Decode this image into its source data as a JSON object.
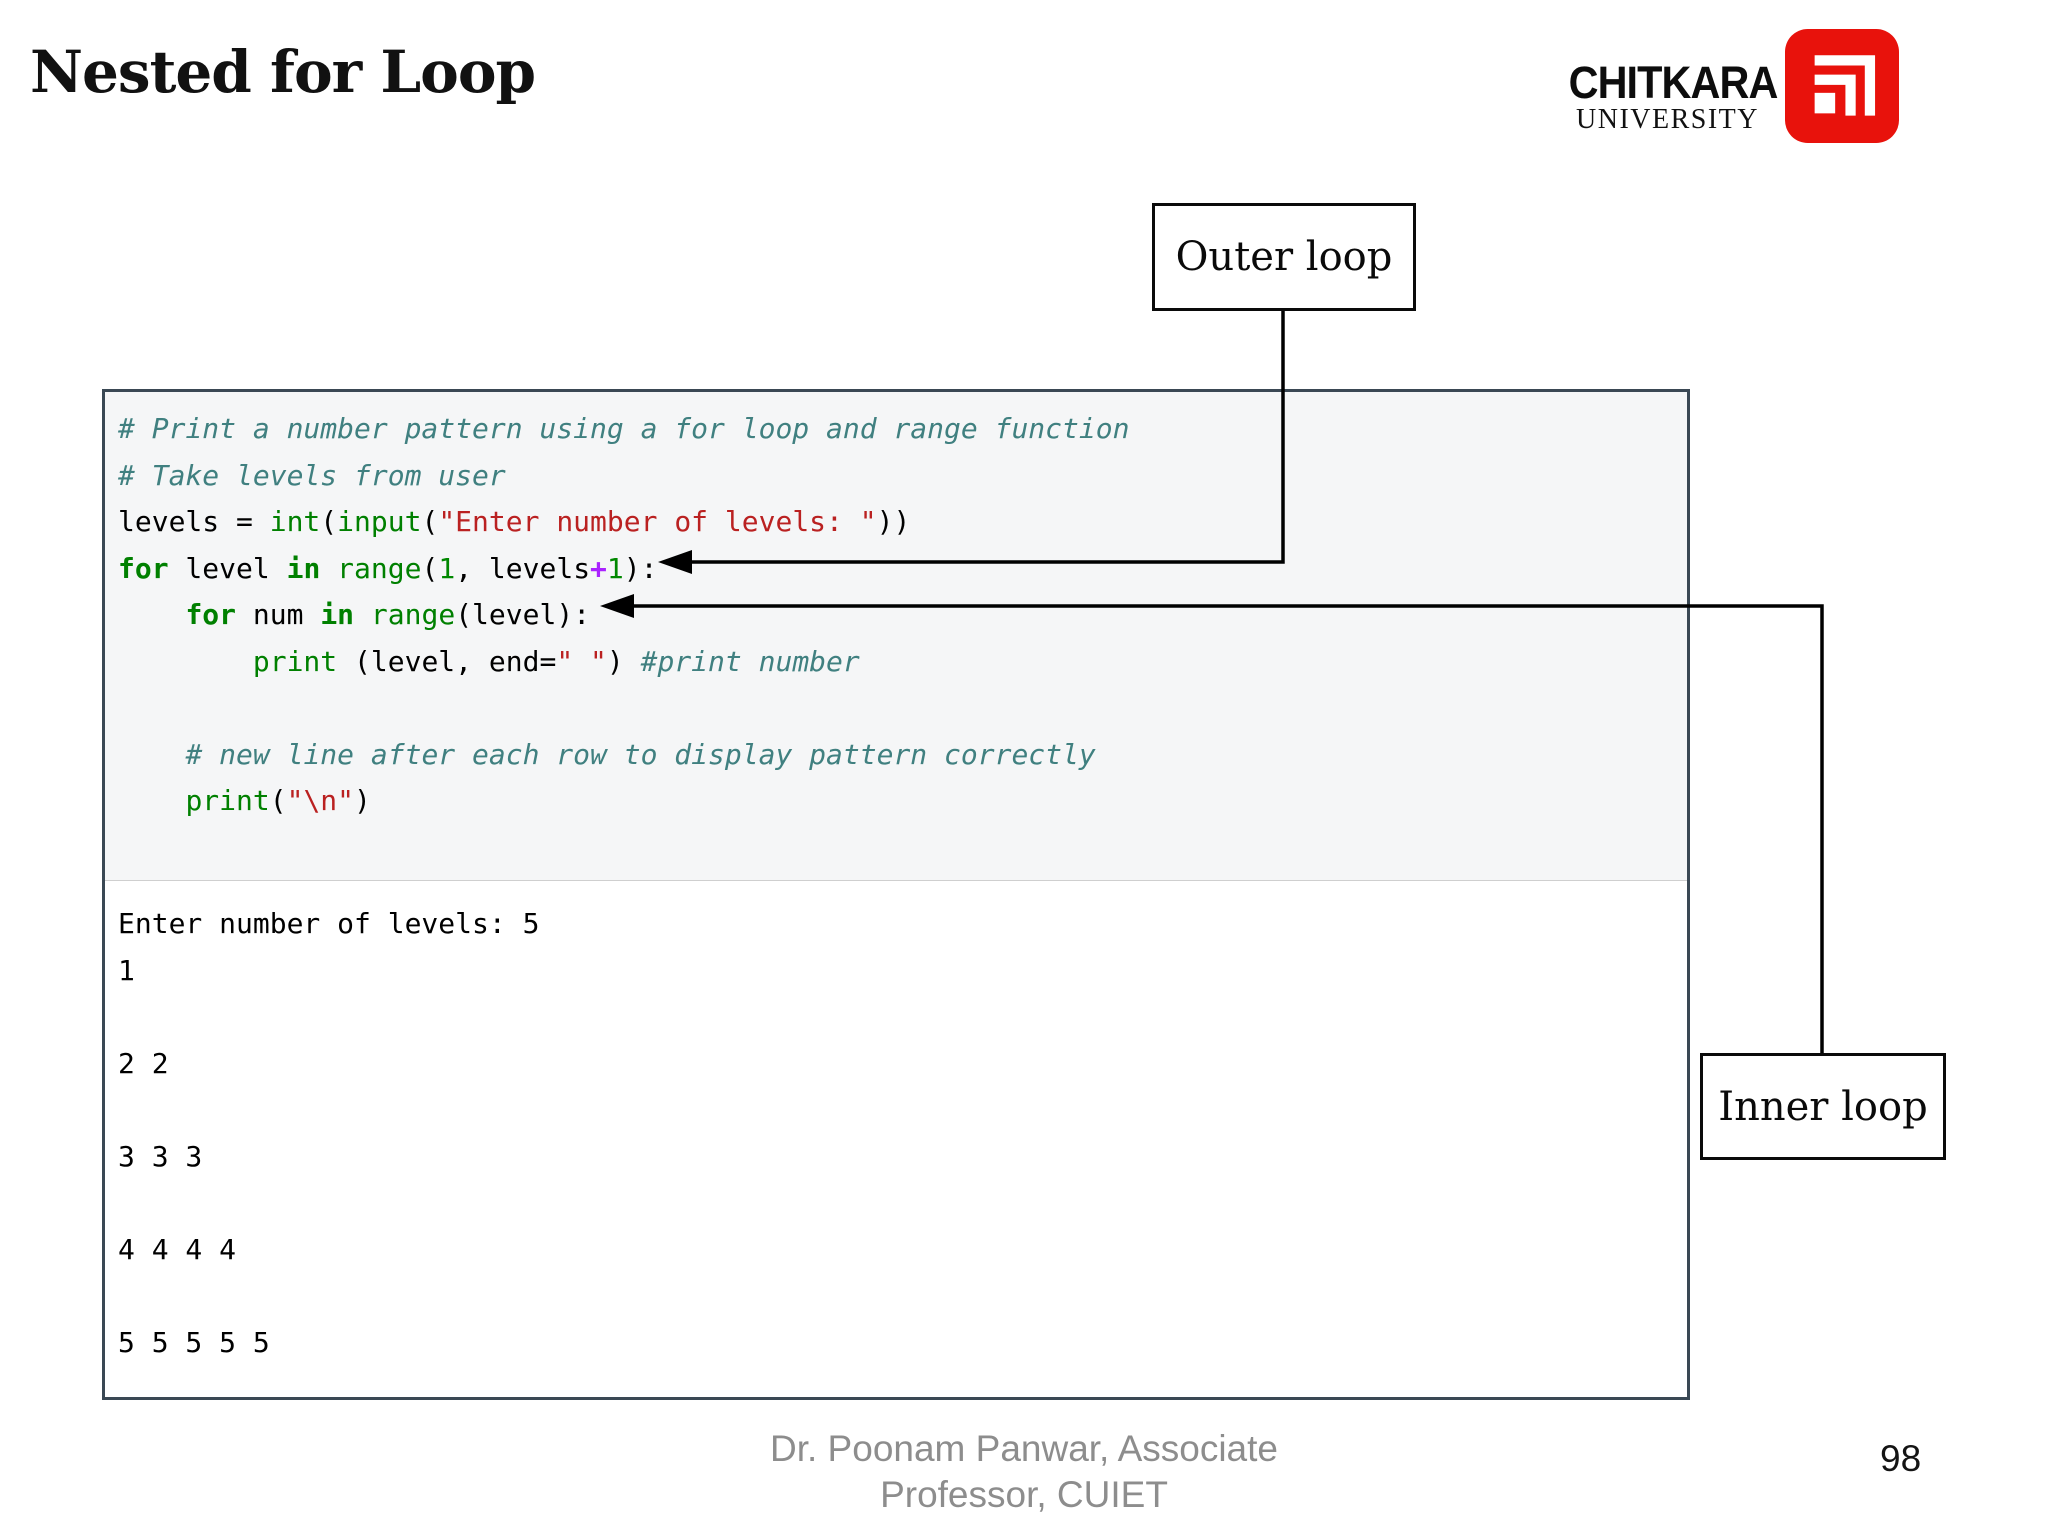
{
  "slide": {
    "title": "Nested for Loop",
    "page_number": "98",
    "footer_line1": "Dr. Poonam Panwar, Associate",
    "footer_line2": "Professor, CUIET"
  },
  "logo": {
    "name": "CHITKARA",
    "subname": "UNIVERSITY",
    "brand_red": "#e8120c",
    "icon": "chitkara-mark-icon"
  },
  "annotations": {
    "outer_label": "Outer loop",
    "inner_label": "Inner loop"
  },
  "colors": {
    "code_bg": "#f5f6f7",
    "box_border": "#3a4854",
    "comment": "#408080",
    "keyword": "#008000",
    "builtin": "#008000",
    "string": "#BA2121",
    "operator": "#AA22FF",
    "number": "#008800",
    "plain": "#000000",
    "footer_gray": "#8d8d8d",
    "connector_black": "#000000"
  },
  "code_block": {
    "lines": [
      [
        {
          "t": "# Print a number pattern using a for loop and range function",
          "c": "com"
        }
      ],
      [
        {
          "t": "# Take levels from user",
          "c": "com"
        }
      ],
      [
        {
          "t": "levels = ",
          "c": "pl"
        },
        {
          "t": "int",
          "c": "bi"
        },
        {
          "t": "(",
          "c": "pl"
        },
        {
          "t": "input",
          "c": "bi"
        },
        {
          "t": "(",
          "c": "pl"
        },
        {
          "t": "\"Enter number of levels: \"",
          "c": "str"
        },
        {
          "t": "))",
          "c": "pl"
        }
      ],
      [
        {
          "t": "for",
          "c": "kw"
        },
        {
          "t": " level ",
          "c": "pl"
        },
        {
          "t": "in",
          "c": "kw"
        },
        {
          "t": " ",
          "c": "pl"
        },
        {
          "t": "range",
          "c": "bi"
        },
        {
          "t": "(",
          "c": "pl"
        },
        {
          "t": "1",
          "c": "num"
        },
        {
          "t": ", levels",
          "c": "pl"
        },
        {
          "t": "+",
          "c": "op"
        },
        {
          "t": "1",
          "c": "num"
        },
        {
          "t": "):",
          "c": "pl"
        }
      ],
      [
        {
          "t": "    ",
          "c": "pl"
        },
        {
          "t": "for",
          "c": "kw"
        },
        {
          "t": " num ",
          "c": "pl"
        },
        {
          "t": "in",
          "c": "kw"
        },
        {
          "t": " ",
          "c": "pl"
        },
        {
          "t": "range",
          "c": "bi"
        },
        {
          "t": "(level):",
          "c": "pl"
        }
      ],
      [
        {
          "t": "        ",
          "c": "pl"
        },
        {
          "t": "print",
          "c": "bi"
        },
        {
          "t": " (level, end=",
          "c": "pl"
        },
        {
          "t": "\" \"",
          "c": "str"
        },
        {
          "t": ") ",
          "c": "pl"
        },
        {
          "t": "#print number",
          "c": "com"
        }
      ],
      [],
      [
        {
          "t": "    ",
          "c": "pl"
        },
        {
          "t": "# new line after each row to display pattern correctly",
          "c": "com"
        }
      ],
      [
        {
          "t": "    ",
          "c": "pl"
        },
        {
          "t": "print",
          "c": "bi"
        },
        {
          "t": "(",
          "c": "pl"
        },
        {
          "t": "\"\\n\"",
          "c": "str"
        },
        {
          "t": ")",
          "c": "pl"
        }
      ]
    ]
  },
  "output_block": {
    "lines": [
      "Enter number of levels: 5",
      "1",
      "",
      "2 2",
      "",
      "3 3 3",
      "",
      "4 4 4 4",
      "",
      "5 5 5 5 5"
    ]
  }
}
